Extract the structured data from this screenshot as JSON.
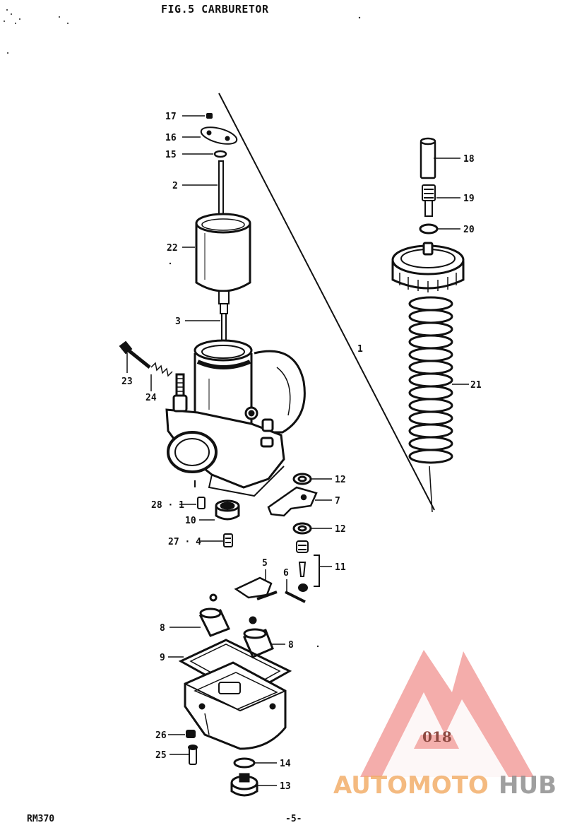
{
  "figure": {
    "title": "FIG.5  CARBURETOR",
    "model": "RM370",
    "page_number": "-5-"
  },
  "callouts": {
    "c1": "1",
    "c2": "2",
    "c3": "3",
    "c5": "5",
    "c6": "6",
    "c7": "7",
    "c8a": "8",
    "c8b": "8",
    "c9": "9",
    "c10": "10",
    "c11": "11",
    "c12a": "12",
    "c12b": "12",
    "c13": "13",
    "c14": "14",
    "c15": "15",
    "c16": "16",
    "c17": "17",
    "c18": "18",
    "c19": "19",
    "c20": "20",
    "c21": "21",
    "c22": "22",
    "c23": "23",
    "c24": "24",
    "c25": "25",
    "c26": "26",
    "c27_4": "27 · 4",
    "c28_1": "28 · 1"
  },
  "watermark": {
    "stamp_number": "018",
    "brand_part1": "AUTOMOTO",
    "brand_part2": "HUB",
    "color_red": "#e8504a",
    "color_orange": "#f0a050",
    "color_gray": "#7a7a7a"
  }
}
